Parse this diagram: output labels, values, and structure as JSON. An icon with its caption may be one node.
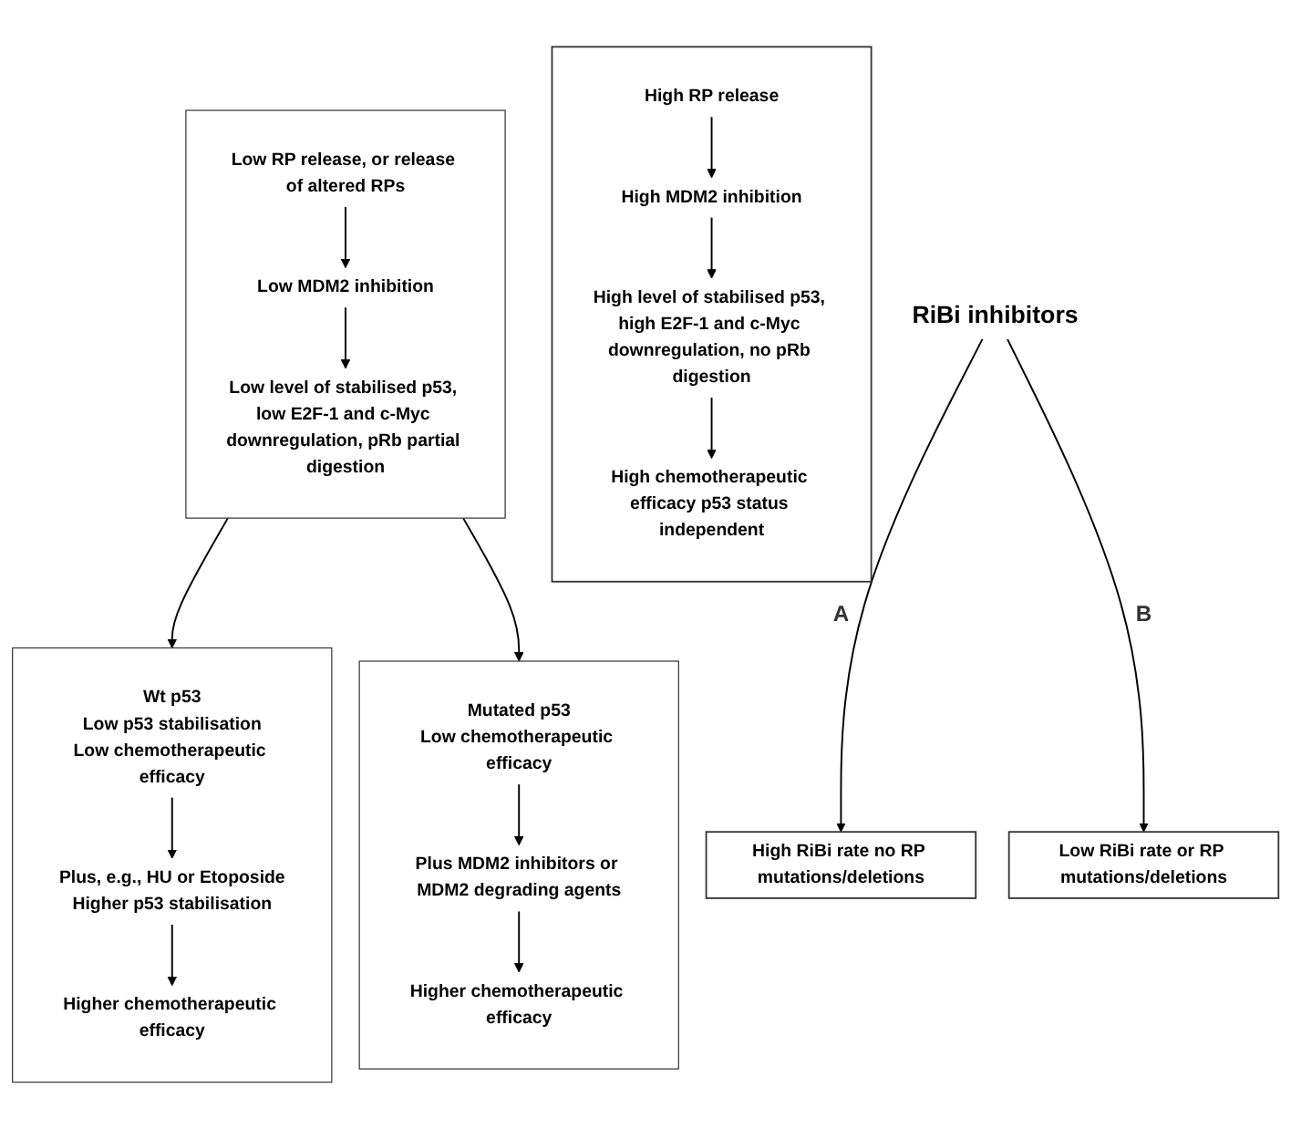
{
  "diagram": {
    "nodes": [
      {
        "text": [
          "RiBi inhibitors"
        ]
      },
      {
        "text": [
          "High RiBi rate no RP mutations/deletions"
        ]
      },
      {
        "text": [],
        "shape": "box"
      },
      {
        "text": [
          "High RP release"
        ],
        "in": 2
      },
      {
        "text": [
          "High MDM2 inhibition"
        ],
        "in": 2
      },
      {
        "text": [
          "High level of stabilised p53, high E2F-1 and c-Myc downregulation, no pRb digestion"
        ],
        "in": 2
      },
      {
        "text": [
          "High chemotherapeutic efficacy p53 status independent"
        ],
        "in": 2
      },
      {
        "text": [
          "Low RiBi rate or RP mutations/deletions"
        ]
      },
      {
        "text": [],
        "shape": "box"
      },
      {
        "text": [
          "Low RP release, or release of altered RPs"
        ],
        "in": 8
      },
      {
        "text": [
          "Low MDM2 inhibition"
        ],
        "in": 8
      },
      {
        "text": [
          "Low level of stabilised p53, low E2F-1 and c-Myc downregulation, pRb partial digestion"
        ],
        "in": 8
      },
      {
        "text": [],
        "shape": "box"
      },
      {
        "text": [
          "Wt p53",
          "Low p53 stabilisation",
          "Low chemotherapeutic efficacy"
        ],
        "in": 12
      },
      {
        "text": [
          "Plus, e.g., HU or Etoposide",
          "Higher p53 stabilisation"
        ],
        "in": 12
      },
      {
        "text": [
          "Higher chemotherapeutic efficacy"
        ],
        "in": 12
      },
      {
        "text": [],
        "shape": "box"
      },
      {
        "text": [
          "Mutated p53",
          "Low chemotherapeutic efficacy"
        ],
        "in": 16
      },
      {
        "text": [
          "Plus MDM2 inhibitors or MDM2 degrading agents"
        ],
        "in": 16
      },
      {
        "text": [
          "Higher chemotherapeutic efficacy"
        ],
        "in": 16
      }
    ],
    "edges": [
      {
        "from": 0,
        "to": 1,
        "arrow": "to",
        "label": "A"
      },
      {
        "from": 0,
        "to": 7,
        "arrow": "to",
        "label": "B"
      },
      {
        "from": 3,
        "to": 4,
        "arrow": "to"
      },
      {
        "from": 4,
        "to": 5,
        "arrow": "to"
      },
      {
        "from": 5,
        "to": 6,
        "arrow": "to"
      },
      {
        "from": 9,
        "to": 10,
        "arrow": "to"
      },
      {
        "from": 10,
        "to": 11,
        "arrow": "to"
      },
      {
        "from": 8,
        "to": 12,
        "arrow": "to"
      },
      {
        "from": 8,
        "to": 16,
        "arrow": "to"
      },
      {
        "from": 13,
        "to": 14,
        "arrow": "to"
      },
      {
        "from": 14,
        "to": 15,
        "arrow": "to"
      },
      {
        "from": 17,
        "to": 18,
        "arrow": "to"
      },
      {
        "from": 18,
        "to": 19,
        "arrow": "to"
      }
    ]
  }
}
